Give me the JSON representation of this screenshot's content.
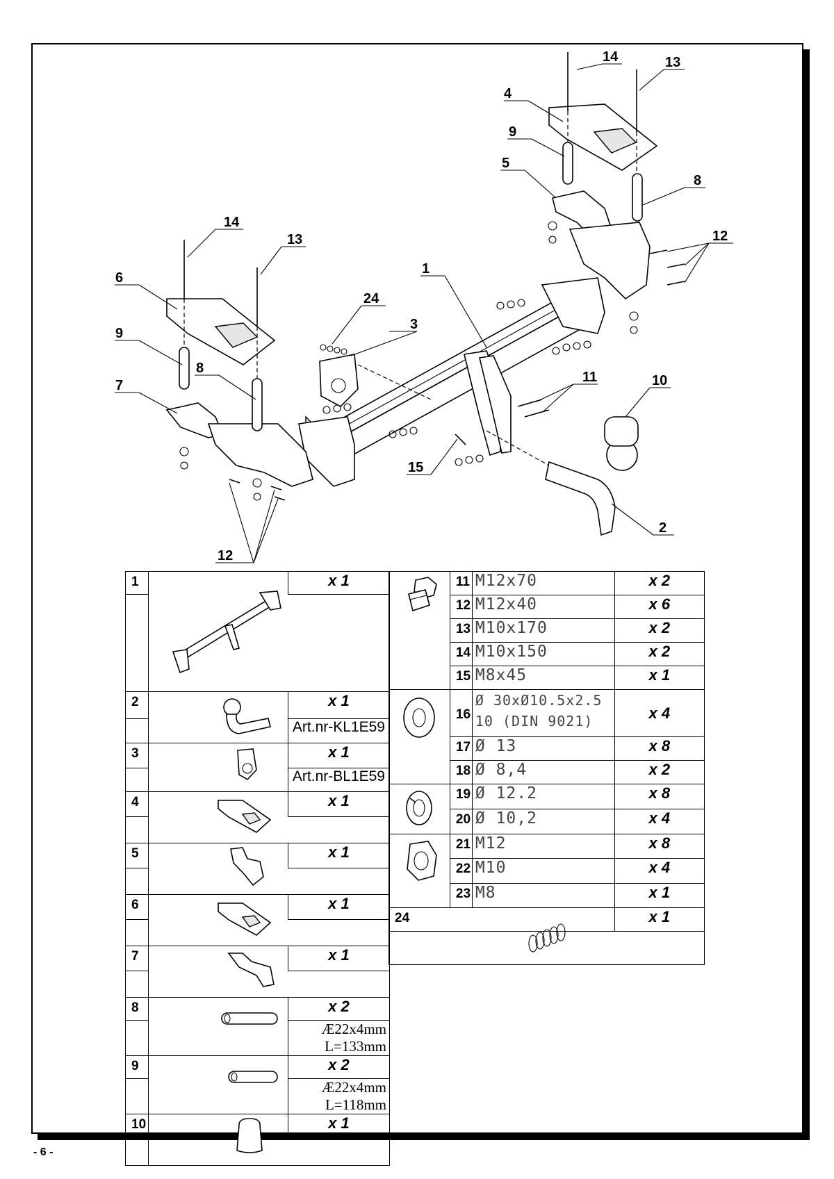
{
  "callouts": {
    "c14r": "14",
    "c13r": "13",
    "c4": "4",
    "c9r": "9",
    "c5": "5",
    "c8r": "8",
    "c12r": "12",
    "c14l": "14",
    "c13l": "13",
    "c6": "6",
    "c1": "1",
    "c24": "24",
    "c3": "3",
    "c9l": "9",
    "c8l": "8",
    "c7": "7",
    "c11": "11",
    "c10": "10",
    "c15": "15",
    "c2": "2",
    "c12l": "12"
  },
  "left_table": [
    {
      "num": "1",
      "qty": "x 1",
      "art": ""
    },
    {
      "num": "2",
      "qty": "x 1",
      "art": "Art.nr-KL1E59"
    },
    {
      "num": "3",
      "qty": "x 1",
      "art": "Art.nr-BL1E59"
    },
    {
      "num": "4",
      "qty": "x 1",
      "art": ""
    },
    {
      "num": "5",
      "qty": "x 1",
      "art": ""
    },
    {
      "num": "6",
      "qty": "x 1",
      "art": ""
    },
    {
      "num": "7",
      "qty": "x 1",
      "art": ""
    },
    {
      "num": "8",
      "qty": "x 2",
      "art": "Æ22x4mm L=133mm"
    },
    {
      "num": "9",
      "qty": "x 2",
      "art": "Æ22x4mm L=118mm"
    },
    {
      "num": "10",
      "qty": "x 1",
      "art": ""
    }
  ],
  "right_table": [
    {
      "num": "11",
      "spec": "M12x70",
      "qty": "x 2"
    },
    {
      "num": "12",
      "spec": "M12x40",
      "qty": "x 6"
    },
    {
      "num": "13",
      "spec": "M10x170",
      "qty": "x 2"
    },
    {
      "num": "14",
      "spec": "M10x150",
      "qty": "x 2"
    },
    {
      "num": "15",
      "spec": "M8x45",
      "qty": "x 1"
    },
    {
      "num": "16",
      "spec": "Ø 30xØ10.5x2.5",
      "spec2": "10  (DIN 9021)",
      "qty": "x 4"
    },
    {
      "num": "17",
      "spec": "Ø 13",
      "qty": "x 8"
    },
    {
      "num": "18",
      "spec": "Ø 8,4",
      "qty": "x 2"
    },
    {
      "num": "19",
      "spec": "Ø 12.2",
      "qty": "x 8"
    },
    {
      "num": "20",
      "spec": "Ø 10,2",
      "qty": "x 4"
    },
    {
      "num": "21",
      "spec": "M12",
      "qty": "x 8"
    },
    {
      "num": "22",
      "spec": "M10",
      "qty": "x 4"
    },
    {
      "num": "23",
      "spec": "M8",
      "qty": "x 1"
    },
    {
      "num": "24",
      "spec": "",
      "qty": "x 1"
    }
  ],
  "page_number": "- 6 -",
  "icons": [
    "bolt-icon",
    "washer-icon",
    "spring-washer-icon",
    "nut-icon",
    "spring-icon"
  ]
}
